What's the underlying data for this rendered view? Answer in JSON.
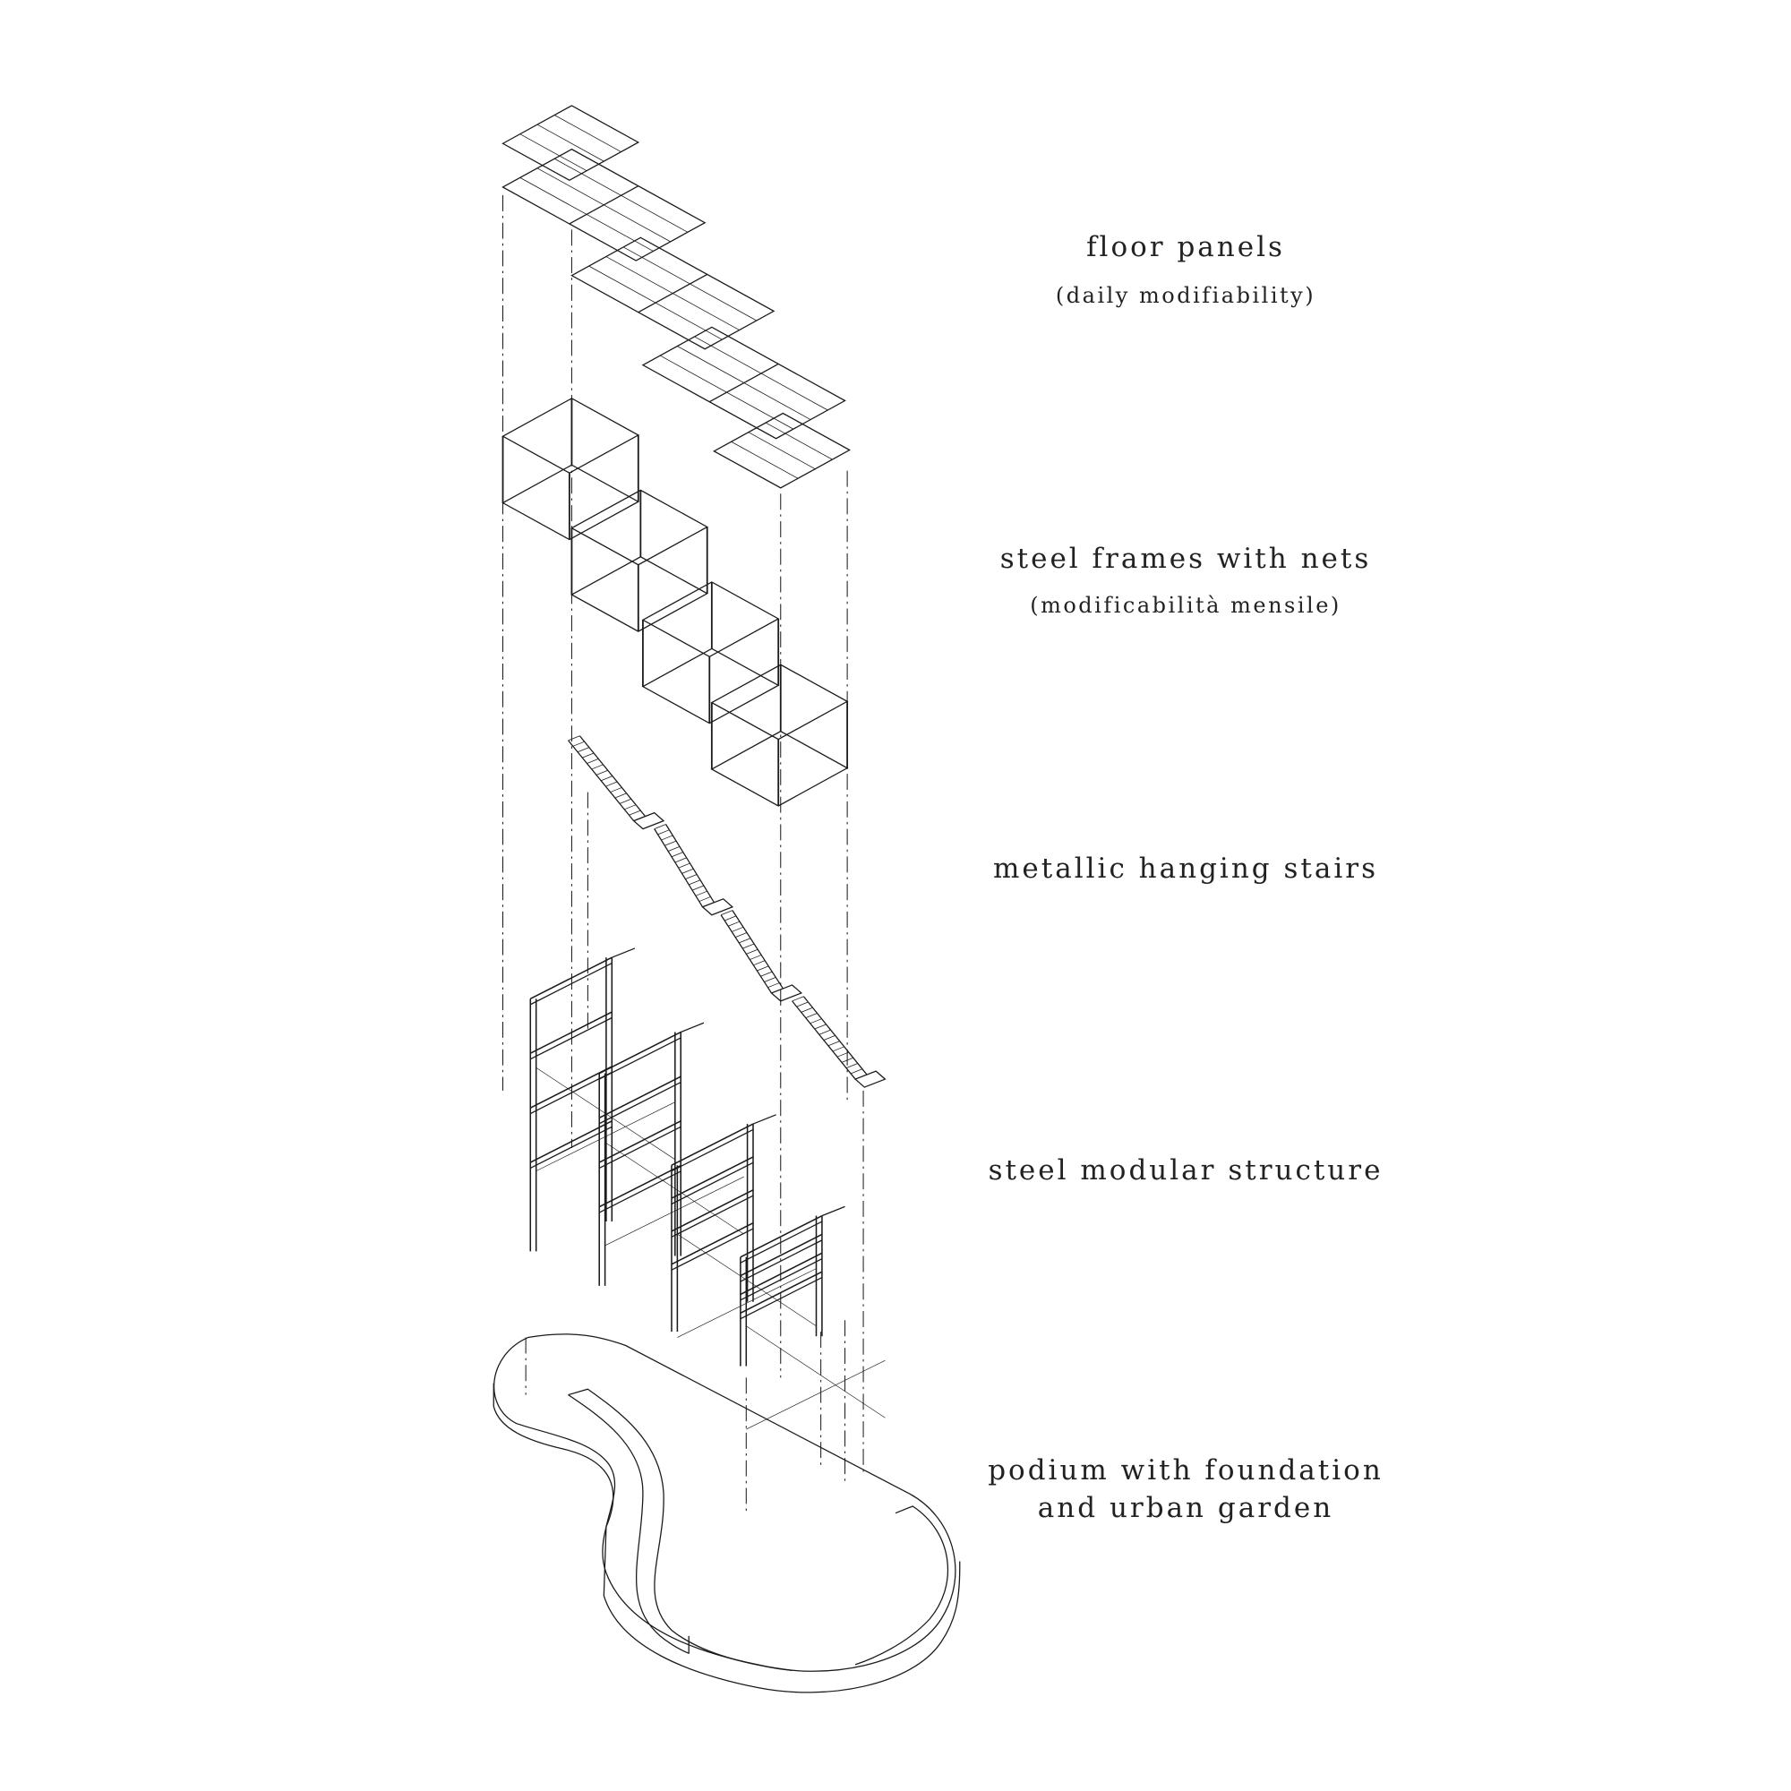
{
  "labels": {
    "floor_panels": "floor panels",
    "floor_panels_note": "(daily modifiability)",
    "steel_frames": "steel frames with nets",
    "steel_frames_note": "(modificabilità mensile)",
    "stairs": "metallic hanging stairs",
    "structure": "steel modular structure",
    "podium_line1": "podium with foundation",
    "podium_line2": "and urban garden"
  },
  "colors": {
    "line": "#1a1a1a",
    "background": "#ffffff"
  }
}
